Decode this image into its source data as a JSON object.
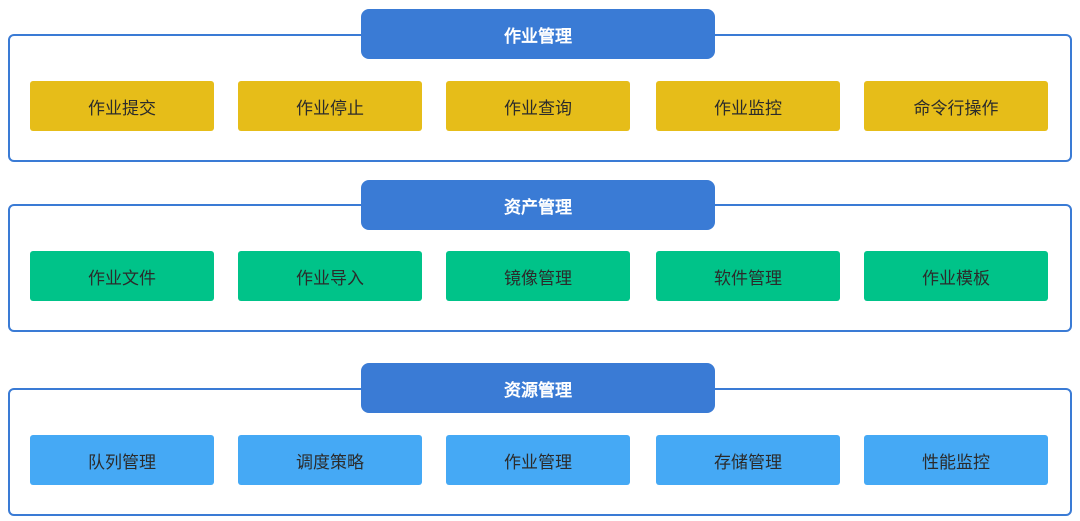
{
  "colors": {
    "border": "#3a7bd5",
    "title_bg": "#3a7bd5",
    "job_item": "#e6bd19",
    "asset_item": "#00c389",
    "resource_item": "#45a9f5"
  },
  "groups": [
    {
      "title": "作业管理",
      "items": [
        "作业提交",
        "作业停止",
        "作业查询",
        "作业监控",
        "命令行操作"
      ]
    },
    {
      "title": "资产管理",
      "items": [
        "作业文件",
        "作业导入",
        "镜像管理",
        "软件管理",
        "作业模板"
      ]
    },
    {
      "title": "资源管理",
      "items": [
        "队列管理",
        "调度策略",
        "作业管理",
        "存储管理",
        "性能监控"
      ]
    }
  ]
}
